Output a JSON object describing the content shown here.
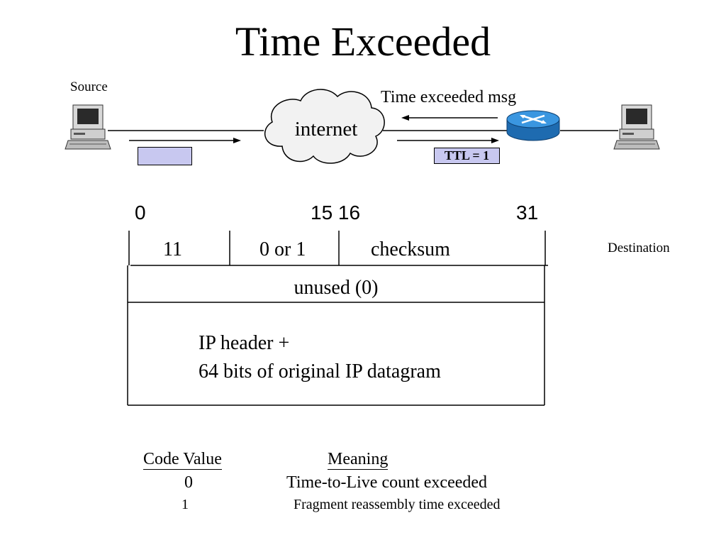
{
  "title": "Time Exceeded",
  "network": {
    "source_label": "Source",
    "destination_label": "Destination",
    "cloud_label": "internet",
    "message_label": "Time exceeded msg",
    "ttl_label": "TTL = 1"
  },
  "header": {
    "bit_positions": [
      "0",
      "15 16",
      "31"
    ],
    "type_value": "11",
    "code_value": "0 or 1",
    "checksum_label": "checksum",
    "unused_label": "unused (0)",
    "payload_line1": "IP header +",
    "payload_line2": "64 bits of original IP datagram"
  },
  "codes_table": {
    "col_code": "Code Value",
    "col_meaning": "Meaning",
    "rows": [
      {
        "code": "0",
        "meaning": "Time-to-Live count exceeded"
      },
      {
        "code": "1",
        "meaning": "Fragment reassembly time exceeded"
      }
    ]
  },
  "colors": {
    "packet_fill": "#c8c8f0",
    "router_blue": "#2a7fc8",
    "cloud_fill": "#f2f2f2"
  }
}
